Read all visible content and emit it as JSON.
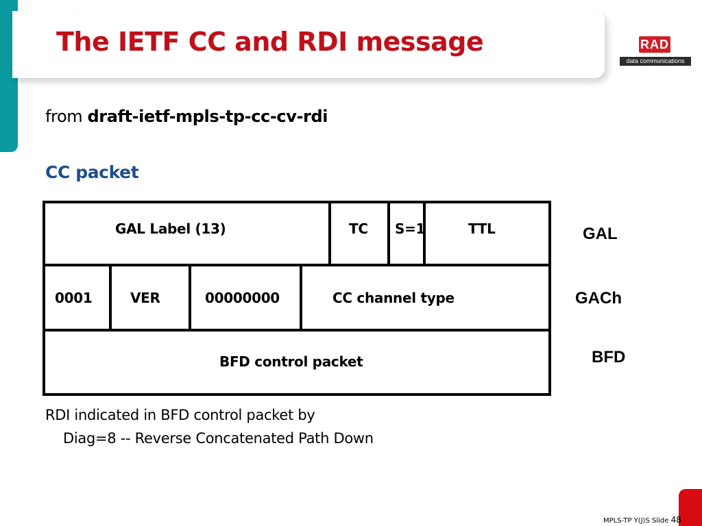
{
  "slide": {
    "title": "The IETF CC and RDI message",
    "logo": {
      "name": "RAD",
      "tagline": "data communications"
    },
    "subtitle": {
      "prefix": "from ",
      "emphasis": "draft-ietf-mpls-tp-cc-cv-rdi"
    },
    "section_heading": "CC packet",
    "packet": {
      "rows": [
        {
          "label": "GAL",
          "fields": [
            "GAL Label  (13)",
            "TC",
            "S=1",
            "TTL"
          ]
        },
        {
          "label": "GACh",
          "fields": [
            "0001",
            "VER",
            "00000000",
            "CC channel type"
          ]
        },
        {
          "label": "BFD",
          "fields": [
            "BFD control packet"
          ]
        }
      ]
    },
    "notes": [
      "RDI indicated in BFD control packet by",
      "Diag=8 -- Reverse Concatenated Path Down"
    ],
    "footer": {
      "text": "MPLS-TP Y(J)S Slide ",
      "slide_number": "48"
    },
    "colors": {
      "title": "#c0101a",
      "heading": "#1f4e8c",
      "accent_tab": "#0a9aa0",
      "corner": "#d80a12"
    }
  }
}
